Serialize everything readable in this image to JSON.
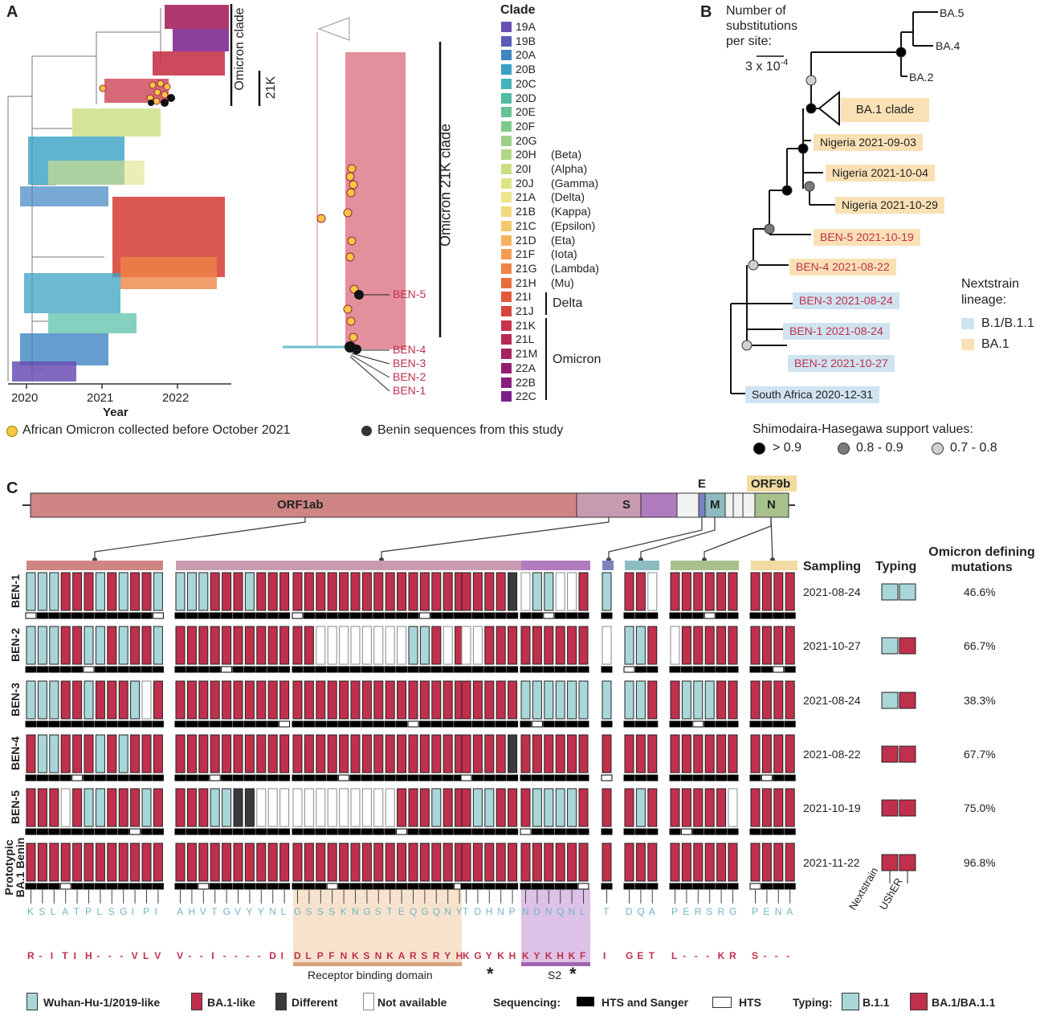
{
  "panels": {
    "a": "A",
    "b": "B",
    "c": "C"
  },
  "panelA": {
    "omicron_clade_label": "Omicron clade",
    "k21_label": "21K",
    "omicron_21k_label": "Omicron 21K clade",
    "x_ticks": [
      "2020",
      "2021",
      "2022"
    ],
    "x_label": "Year",
    "ben_labels": [
      "BEN-5",
      "BEN-4",
      "BEN-3",
      "BEN-2",
      "BEN-1"
    ],
    "legend_yellow": "African Omicron collected before October 2021",
    "legend_black": "Benin sequences from this study"
  },
  "clade_legend": {
    "title": "Clade",
    "items": [
      {
        "code": "19A",
        "name": "",
        "color": "#6a4fb3"
      },
      {
        "code": "19B",
        "name": "",
        "color": "#5b5bb8"
      },
      {
        "code": "20A",
        "name": "",
        "color": "#3f85c2"
      },
      {
        "code": "20B",
        "name": "",
        "color": "#3aa1c4"
      },
      {
        "code": "20C",
        "name": "",
        "color": "#43b3bd"
      },
      {
        "code": "20D",
        "name": "",
        "color": "#4fbda3"
      },
      {
        "code": "20E",
        "name": "",
        "color": "#66c394"
      },
      {
        "code": "20F",
        "name": "",
        "color": "#7fc98a"
      },
      {
        "code": "20G",
        "name": "",
        "color": "#9bd086"
      },
      {
        "code": "20H",
        "name": "(Beta)",
        "color": "#b2d783"
      },
      {
        "code": "20I",
        "name": "(Alpha)",
        "color": "#c9df82"
      },
      {
        "code": "20J",
        "name": "(Gamma)",
        "color": "#dde584"
      },
      {
        "code": "21A",
        "name": "(Delta)",
        "color": "#ebe68a"
      },
      {
        "code": "21B",
        "name": "(Kappa)",
        "color": "#f0da7c"
      },
      {
        "code": "21C",
        "name": "(Epsilon)",
        "color": "#f4c86c"
      },
      {
        "code": "21D",
        "name": "(Eta)",
        "color": "#f5b25e"
      },
      {
        "code": "21F",
        "name": "(Iota)",
        "color": "#f29c52"
      },
      {
        "code": "21G",
        "name": "(Lambda)",
        "color": "#ee8547"
      },
      {
        "code": "21H",
        "name": "(Mu)",
        "color": "#e86e3f"
      },
      {
        "code": "21I",
        "name": "",
        "color": "#e05a3c"
      },
      {
        "code": "21J",
        "name": "",
        "color": "#d6463d"
      },
      {
        "code": "21K",
        "name": "",
        "color": "#c8354a"
      },
      {
        "code": "21L",
        "name": "",
        "color": "#b82a55"
      },
      {
        "code": "21M",
        "name": "",
        "color": "#a5225f"
      },
      {
        "code": "22A",
        "name": "",
        "color": "#951f6d"
      },
      {
        "code": "22B",
        "name": "",
        "color": "#861d7c"
      },
      {
        "code": "22C",
        "name": "",
        "color": "#7a1f8c"
      }
    ],
    "delta_label": "Delta",
    "omicron_label": "Omicron"
  },
  "panelB": {
    "scale_title": "Number of substitutions per site:",
    "scale_value": "3 x 10",
    "scale_exp": "-4",
    "leaves": [
      "BA.5",
      "BA.4",
      "BA.2"
    ],
    "ba1_clade": "BA.1 clade",
    "nodes": [
      {
        "label": "Nigeria 2021-09-03",
        "lineage": "BA.1",
        "text_color": "#222222"
      },
      {
        "label": "Nigeria 2021-10-04",
        "lineage": "BA.1",
        "text_color": "#222222"
      },
      {
        "label": "Nigeria 2021-10-29",
        "lineage": "BA.1",
        "text_color": "#222222"
      },
      {
        "label": "BEN-5 2021-10-19",
        "lineage": "BA.1",
        "text_color": "#c0304c"
      },
      {
        "label": "BEN-4 2021-08-22",
        "lineage": "BA.1",
        "text_color": "#c0304c"
      },
      {
        "label": "BEN-3 2021-08-24",
        "lineage": "B.1/B.1.1",
        "text_color": "#c0304c"
      },
      {
        "label": "BEN-1 2021-08-24",
        "lineage": "B.1/B.1.1",
        "text_color": "#c0304c"
      },
      {
        "label": "BEN-2 2021-10-27",
        "lineage": "B.1/B.1.1",
        "text_color": "#c0304c"
      },
      {
        "label": "South Africa 2020-12-31",
        "lineage": "B.1/B.1.1",
        "text_color": "#222222"
      }
    ],
    "lineage_title": "Nextstrain lineage:",
    "lineage_items": [
      {
        "label": "B.1/B.1.1",
        "color": "#cfe3f0"
      },
      {
        "label": "BA.1",
        "color": "#f9e1b5"
      }
    ],
    "sh_title": "Shimodaira-Hasegawa support values:",
    "sh_items": [
      {
        "label": "> 0.9",
        "color": "#000000"
      },
      {
        "label": "0.8 - 0.9",
        "color": "#7a7a7a"
      },
      {
        "label": "0.7 - 0.8",
        "color": "#cfcfcf"
      }
    ]
  },
  "genome": {
    "orf1ab": "ORF1ab",
    "s": "S",
    "e": "E",
    "m": "M",
    "orf9b": "ORF9b",
    "n": "N"
  },
  "panelC": {
    "col_headers": {
      "sampling": "Sampling",
      "typing": "Typing",
      "omicron": "Omicron defining mutations"
    },
    "samples": [
      {
        "name": "BEN-1",
        "date": "2021-08-24",
        "percent": "46.6%",
        "typing": [
          "B.1.1",
          "B.1.1"
        ]
      },
      {
        "name": "BEN-2",
        "date": "2021-10-27",
        "percent": "66.7%",
        "typing": [
          "B.1.1",
          "BA.1/BA.1.1"
        ]
      },
      {
        "name": "BEN-3",
        "date": "2021-08-24",
        "percent": "38.3%",
        "typing": [
          "B.1.1",
          "BA.1/BA.1.1"
        ]
      },
      {
        "name": "BEN-4",
        "date": "2021-08-22",
        "percent": "67.7%",
        "typing": [
          "BA.1/BA.1.1",
          "BA.1/BA.1.1"
        ]
      },
      {
        "name": "BEN-5",
        "date": "2021-10-19",
        "percent": "75.0%",
        "typing": [
          "BA.1/BA.1.1",
          "BA.1/BA.1.1"
        ]
      },
      {
        "name": "Prototypic BA.1 Benin",
        "date": "2021-11-22",
        "percent": "96.8%",
        "typing": [
          "BA.1/BA.1.1",
          "BA.1/BA.1.1"
        ]
      }
    ],
    "typing_axis": [
      "Nextstrain",
      "UShER"
    ],
    "rbd_label": "Receptor binding domain",
    "s2_label": "S2",
    "asterisk": "*",
    "ref_orf1ab": "KSLATPLSGIPI",
    "ref_s1": "AHVTGVYYNL",
    "ref_rbd": "GSSSKNGSTEQGQNY",
    "ref_s1b": "TDHNP",
    "ref_s2": "NDNQNL",
    "ref_e": "T",
    "ref_m": "DQA",
    "ref_n": "PERSRG",
    "ref_orf9b": "PENA",
    "alt_orf1ab": "R-ITIH---VLV",
    "alt_s1": "V--I----DI",
    "alt_rbd": "DLPFNKSNKARSRYH",
    "alt_s1b": "KGYKH",
    "alt_s2": "KYKHKF",
    "alt_e": "I",
    "alt_m": "GET",
    "alt_n": "L---KR",
    "alt_orf9b": "S---"
  },
  "bottom_legend": {
    "wuhan": "Wuhan-Hu-1/2019-like",
    "ba1like": "BA.1-like",
    "different": "Different",
    "na": "Not available",
    "sequencing": "Sequencing:",
    "hts_sanger": "HTS and Sanger",
    "hts": "HTS",
    "typing": "Typing:",
    "b11": "B.1.1",
    "ba1": "BA.1/BA.1.1"
  },
  "colors": {
    "wuhan": "#a9d6d9",
    "ba1": "#c0304c",
    "different": "#3a3a3a",
    "orf1ab": "#cf8584",
    "s": "#c89bb0",
    "s2": "#b07cc0",
    "m": "#8cbcc0",
    "n": "#a8c08c",
    "orf9b": "#f0dca0",
    "rbd": "#f5dcc0"
  }
}
